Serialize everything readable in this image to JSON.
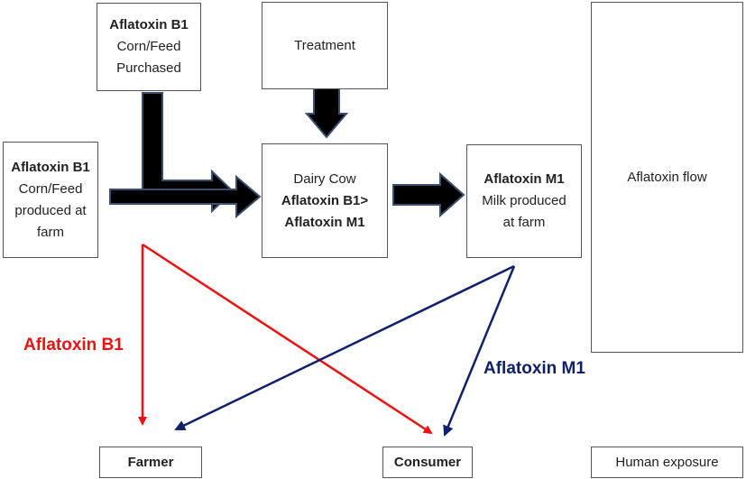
{
  "boxes": {
    "purchased": {
      "title": "Aflatoxin B1",
      "line1": "Corn/Feed",
      "line2": "Purchased"
    },
    "farm": {
      "title": "Aflatoxin B1",
      "line1": "Corn/Feed",
      "line2": "produced at",
      "line3": "farm"
    },
    "treatment": {
      "label": "Treatment"
    },
    "cow": {
      "line1": "Dairy Cow",
      "line2": "Aflatoxin B1>",
      "line3": "Aflatoxin M1"
    },
    "milk": {
      "title": "Aflatoxin M1",
      "line1": "Milk produced",
      "line2": "at farm"
    },
    "flow": {
      "label": "Aflatoxin flow"
    },
    "farmer": {
      "label": "Farmer"
    },
    "consumer": {
      "label": "Consumer"
    },
    "human": {
      "label": "Human exposure"
    }
  },
  "labels": {
    "b1": "Aflatoxin B1",
    "m1": "Aflatoxin M1"
  },
  "colors": {
    "b1": "#ee1111",
    "m1": "#10206a",
    "arrow_fill": "#000000",
    "arrow_stroke": "#3a4f6e"
  }
}
